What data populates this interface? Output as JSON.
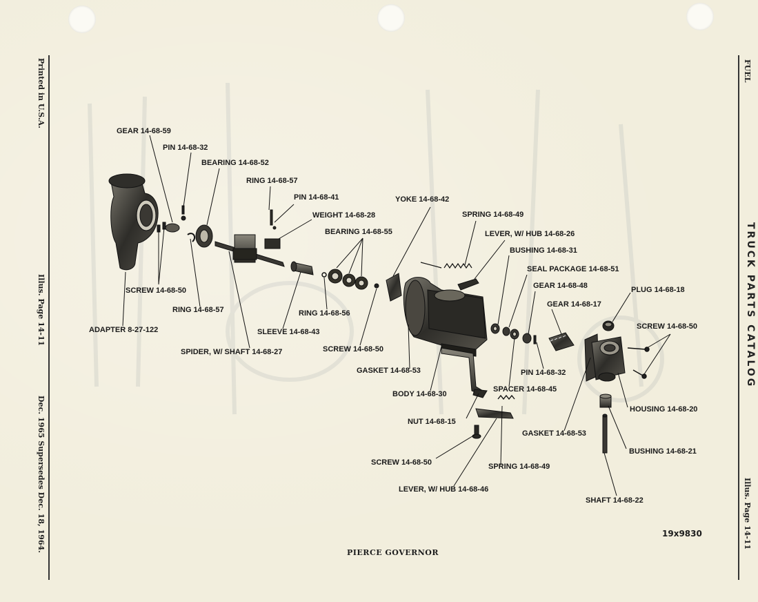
{
  "margin_left": {
    "printed": "Printed in U.S.A.",
    "illus": "Illus. Page 14-11",
    "date": "Dec. 1965 Supersedes Dec. 18, 1964."
  },
  "margin_right": {
    "section": "FUEL",
    "catalog_title": "TRUCK PARTS CATALOG",
    "illus": "Illus. Page 14-11"
  },
  "figure_number": "19x9830",
  "title": "PIERCE GOVERNOR",
  "callouts": {
    "gear_59": "GEAR 14-68-59",
    "pin_32_top": "PIN 14-68-32",
    "bearing_52": "BEARING 14-68-52",
    "ring_57_top": "RING 14-68-57",
    "pin_41": "PIN 14-68-41",
    "weight_28": "WEIGHT 14-68-28",
    "bearing_55": "BEARING 14-68-55",
    "yoke_42": "YOKE 14-68-42",
    "spring_49_top": "SPRING 14-68-49",
    "lever_26": "LEVER, W/ HUB 14-68-26",
    "bushing_31": "BUSHING 14-68-31",
    "seal_51": "SEAL PACKAGE 14-68-51",
    "gear_48": "GEAR 14-68-48",
    "gear_17": "GEAR 14-68-17",
    "plug_18": "PLUG 14-68-18",
    "screw_50_right": "SCREW 14-68-50",
    "screw_50_left": "SCREW 14-68-50",
    "ring_57_bottom": "RING 14-68-57",
    "adapter_122": "ADAPTER 8-27-122",
    "ring_56": "RING 14-68-56",
    "sleeve_43": "SLEEVE 14-68-43",
    "spider_27": "SPIDER, W/ SHAFT 14-68-27",
    "screw_50_mid": "SCREW 14-68-50",
    "gasket_53_left": "GASKET 14-68-53",
    "body_30": "BODY 14-68-30",
    "pin_32_right": "PIN 14-68-32",
    "spacer_45": "SPACER 14-68-45",
    "housing_20": "HOUSING 14-68-20",
    "nut_15": "NUT 14-68-15",
    "gasket_53_right": "GASKET 14-68-53",
    "bushing_21": "BUSHING 14-68-21",
    "screw_50_bottom": "SCREW 14-68-50",
    "spring_49_bottom": "SPRING 14-68-49",
    "lever_46": "LEVER, W/ HUB 14-68-46",
    "shaft_22": "SHAFT 14-68-22"
  }
}
